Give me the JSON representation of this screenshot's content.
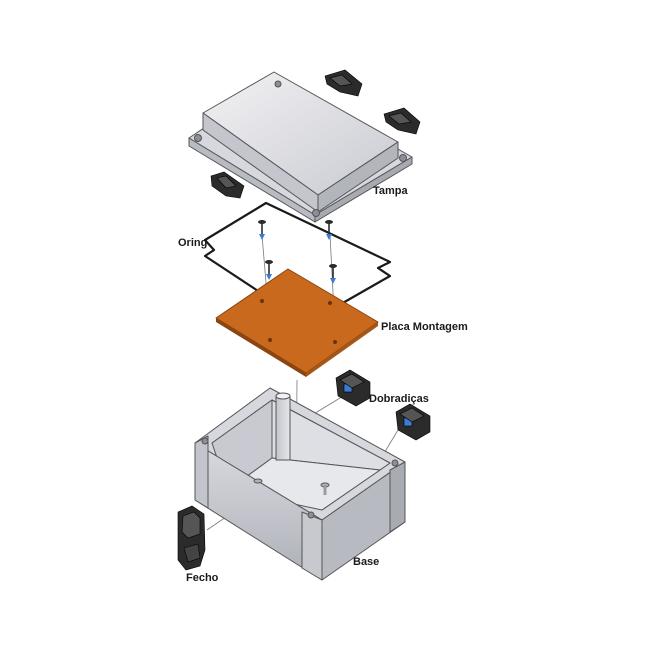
{
  "labels": {
    "tampa": "Tampa",
    "oring": "Oring",
    "placa": "Placa Montagem",
    "dobradicas": "Dobradiças",
    "base": "Base",
    "fecho": "Fecho"
  },
  "colors": {
    "plate": "#c8691e",
    "plate_edge": "#8a4510",
    "housing_light": "#e4e4e8",
    "housing_mid": "#cfd0d6",
    "housing_dark": "#b6b7bf",
    "outline": "#555555",
    "part_dark": "#2b2b2b",
    "screw_accent": "#3a7bd5"
  }
}
